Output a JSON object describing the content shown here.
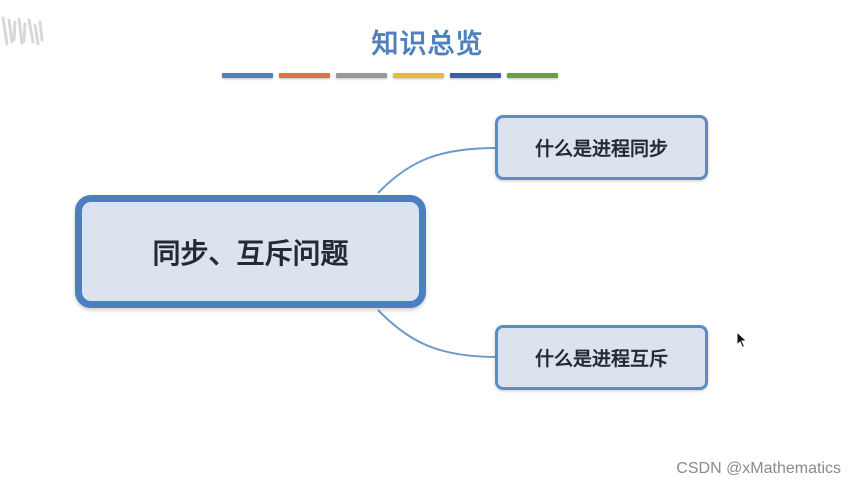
{
  "header": {
    "title": "知识总览",
    "color_bar": [
      "#4f81bd",
      "#d9743f",
      "#9a9a9a",
      "#f0b73f",
      "#3a5fa8",
      "#6c9f45"
    ]
  },
  "mindmap": {
    "root": {
      "label": "同步、互斥问题"
    },
    "branches": [
      {
        "label": "什么是进程同步"
      },
      {
        "label": "什么是进程互斥"
      }
    ]
  },
  "watermark": "CSDN @xMathematics",
  "colors": {
    "accent": "#4a7fc1",
    "node_fill": "#dce3ee",
    "connector": "#6f98c9",
    "title": "#4f81bd"
  }
}
